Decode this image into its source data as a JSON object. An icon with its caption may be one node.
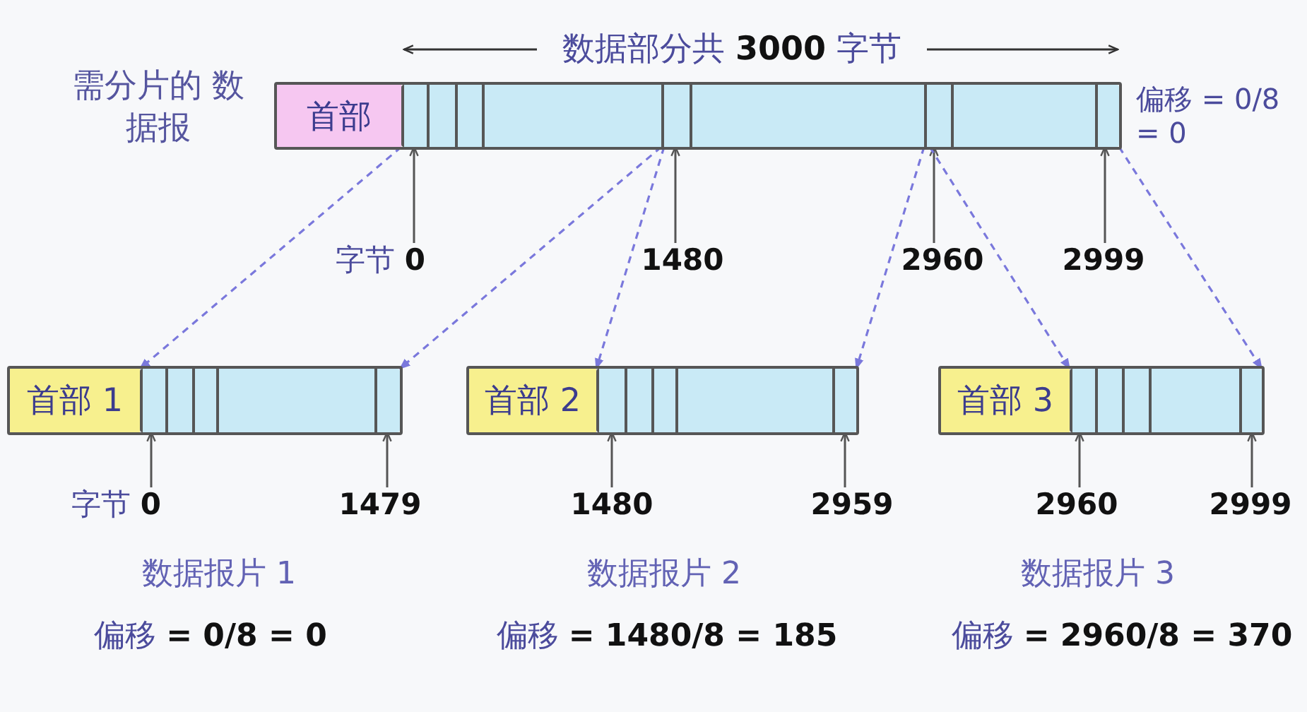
{
  "diagram": {
    "nodes": [
      {
        "text": [],
        "shape": "bar",
        "beside": [
          "需分片的 数据报",
          "偏移 = 0/8 = 0"
        ]
      },
      {
        "text": [
          "首部"
        ],
        "in": 0
      },
      {
        "text": [],
        "shape": "bar",
        "in": 0
      },
      {
        "text": [
          "字节 **0**"
        ]
      },
      {
        "text": [
          "1480"
        ]
      },
      {
        "text": [
          "2960"
        ]
      },
      {
        "text": [
          "2999"
        ]
      },
      {
        "text": [],
        "shape": "bar",
        "beside": [
          "数据报片 1",
          "偏移 **= 0/8 = 0**"
        ]
      },
      {
        "text": [
          "首部 1"
        ],
        "in": 7
      },
      {
        "text": [],
        "shape": "bar",
        "in": 7
      },
      {
        "text": [
          "字节 **0**"
        ]
      },
      {
        "text": [
          "1479"
        ]
      },
      {
        "text": [],
        "shape": "bar",
        "beside": [
          "数据报片 2",
          "偏移 **= 1480/8 = 185**"
        ]
      },
      {
        "text": [
          "首部 2"
        ],
        "in": 12
      },
      {
        "text": [],
        "shape": "bar",
        "in": 12
      },
      {
        "text": [
          "1480"
        ]
      },
      {
        "text": [
          "2959"
        ]
      },
      {
        "text": [],
        "shape": "bar",
        "beside": [
          "数据报片 3",
          "偏移 **= 2960/8 = 370**"
        ]
      },
      {
        "text": [
          "首部 3"
        ],
        "in": 17
      },
      {
        "text": [],
        "shape": "bar",
        "in": 17
      },
      {
        "text": [
          "2960"
        ]
      },
      {
        "text": [
          "2999"
        ]
      }
    ],
    "edges": [
      {
        "from": 3,
        "to": 2,
        "arrow": "to"
      },
      {
        "from": 4,
        "to": 2,
        "arrow": "to"
      },
      {
        "from": 5,
        "to": 2,
        "arrow": "to"
      },
      {
        "from": 6,
        "to": 2,
        "arrow": "to"
      },
      {
        "from": 10,
        "to": 9,
        "arrow": "to"
      },
      {
        "from": 11,
        "to": 9,
        "arrow": "to"
      },
      {
        "from": 15,
        "to": 14,
        "arrow": "to"
      },
      {
        "from": 16,
        "to": 14,
        "arrow": "to"
      },
      {
        "from": 20,
        "to": 19,
        "arrow": "to"
      },
      {
        "from": 21,
        "to": 19,
        "arrow": "to"
      },
      {
        "from": 2,
        "to": 9,
        "arrow": "to",
        "style": "dashed",
        "color": "#7a78dc"
      },
      {
        "from": 2,
        "to": 9,
        "arrow": "to",
        "style": "dashed",
        "color": "#7a78dc"
      },
      {
        "from": 2,
        "to": 14,
        "arrow": "to",
        "style": "dashed",
        "color": "#7a78dc"
      },
      {
        "from": 2,
        "to": 14,
        "arrow": "to",
        "style": "dashed",
        "color": "#7a78dc"
      },
      {
        "from": 2,
        "to": 19,
        "arrow": "to",
        "style": "dashed",
        "color": "#7a78dc"
      },
      {
        "from": 2,
        "to": 19,
        "arrow": "to",
        "style": "dashed",
        "color": "#7a78dc"
      }
    ],
    "labels": [
      "数据部分共 **3000** 字节"
    ]
  }
}
